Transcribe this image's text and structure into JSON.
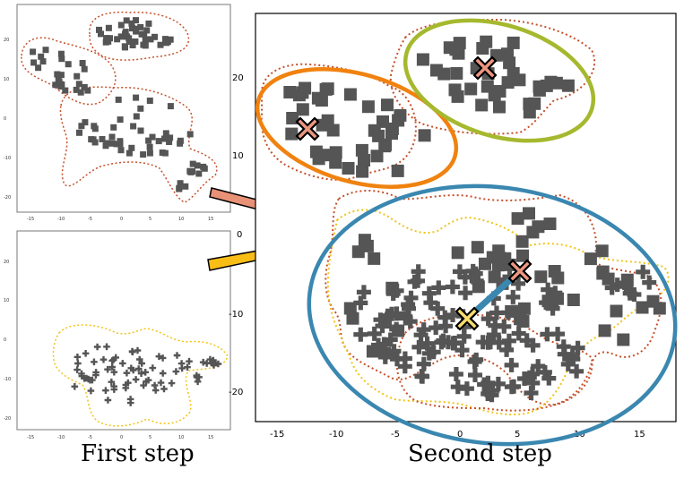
{
  "captions": {
    "first": "First step",
    "second": "Second step"
  },
  "colors": {
    "marker": "#555555",
    "red_outline": "#c4502a",
    "yellow_outline": "#f0c419",
    "orange_cluster": "#f0820f",
    "green_cluster": "#a6b82e",
    "blue_cluster": "#3a87b0",
    "red_arrow": "#e99177",
    "yellow_arrow": "#f8be16",
    "red_centroid": "#eb9680",
    "yellow_centroid": "#f7dc6f"
  },
  "icons": {
    "square": "square-marker-icon",
    "plus": "plus-marker-icon",
    "centroid": "x-centroid-icon",
    "arrow": "arrow-icon"
  },
  "panels": {
    "first_top": {
      "x_ticks": [
        "-15",
        "-10",
        "-5",
        "0",
        "5",
        "10",
        "15"
      ],
      "y_ticks": [
        "20",
        "10",
        "0",
        "-10",
        "-20"
      ]
    },
    "first_bottom": {
      "x_ticks": [
        "-15",
        "-10",
        "-5",
        "0",
        "5",
        "10",
        "15"
      ],
      "y_ticks": [
        "20",
        "10",
        "0",
        "-10",
        "-20"
      ]
    },
    "second": {
      "x_ticks": [
        "-15",
        "-10",
        "-5",
        "0",
        "5",
        "10",
        "15"
      ],
      "y_ticks": [
        "20",
        "10",
        "0",
        "-10",
        "-20"
      ]
    }
  }
}
